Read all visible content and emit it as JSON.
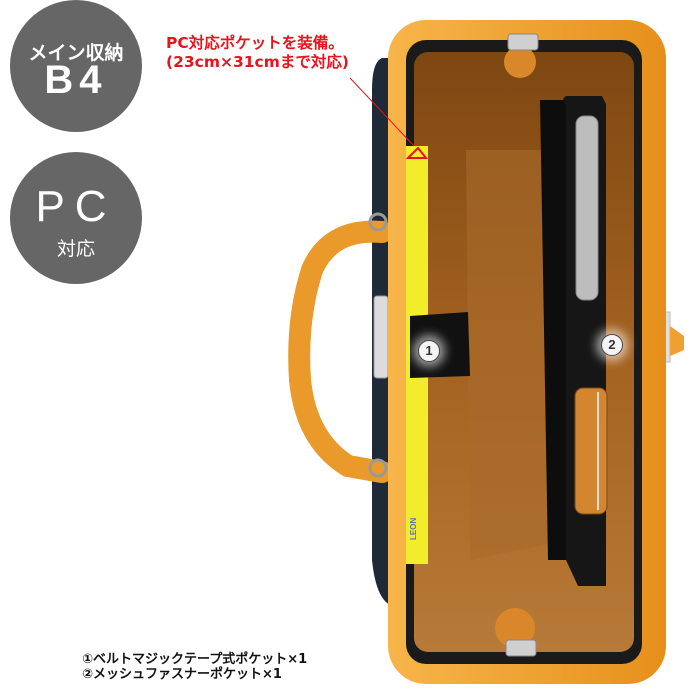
{
  "badges": {
    "main_storage": {
      "line1": "メイン収納",
      "line2": "B4"
    },
    "pc": {
      "line1": "PC",
      "line2": "対応"
    }
  },
  "callout": {
    "line1": "PC対応ポケットを装備。",
    "line2": "(23cm×31cmまで対応)",
    "color": "#e8141c"
  },
  "markers": {
    "m1": "1",
    "m2": "2"
  },
  "legend": {
    "item1": "①ベルトマジックテープ式ポケット×1",
    "item2": "②メッシュファスナーポケット×1"
  },
  "colors": {
    "badge_bg": "#666666",
    "leather": "#f0a030",
    "lining": "#9a5a1c",
    "body_navy": "#1e2a38",
    "piping": "#1a1a1a",
    "magazine": "#f2ec2a"
  }
}
